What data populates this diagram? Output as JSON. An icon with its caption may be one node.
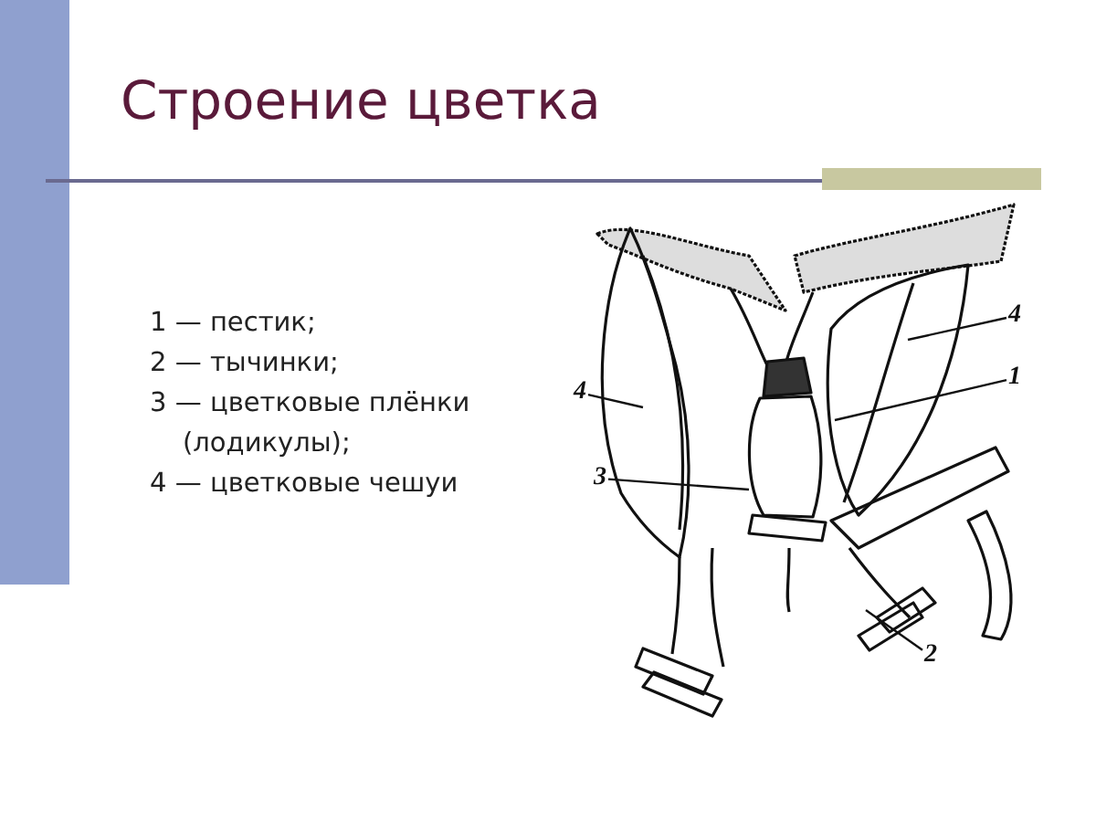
{
  "diagram": {
    "title": "Строение цветка",
    "nodes": [
      {
        "text": [
          "4"
        ]
      },
      {
        "text": [
          "1"
        ]
      },
      {
        "text": [
          "4"
        ]
      },
      {
        "text": [
          "3"
        ]
      },
      {
        "text": [
          "2"
        ]
      }
    ],
    "edges": [
      {
        "from": 0,
        "to": null,
        "arrow": "none"
      },
      {
        "from": 1,
        "to": null,
        "arrow": "none"
      },
      {
        "from": 2,
        "to": null,
        "arrow": "none"
      },
      {
        "from": 3,
        "to": null,
        "arrow": "none"
      },
      {
        "from": 4,
        "to": null,
        "arrow": "none"
      }
    ],
    "labels": [
      "1 — пестик;",
      "2 — тычинки;",
      "3 — цветковые плёнки (лодикулы);",
      "4 — цветковые чешуи"
    ]
  }
}
